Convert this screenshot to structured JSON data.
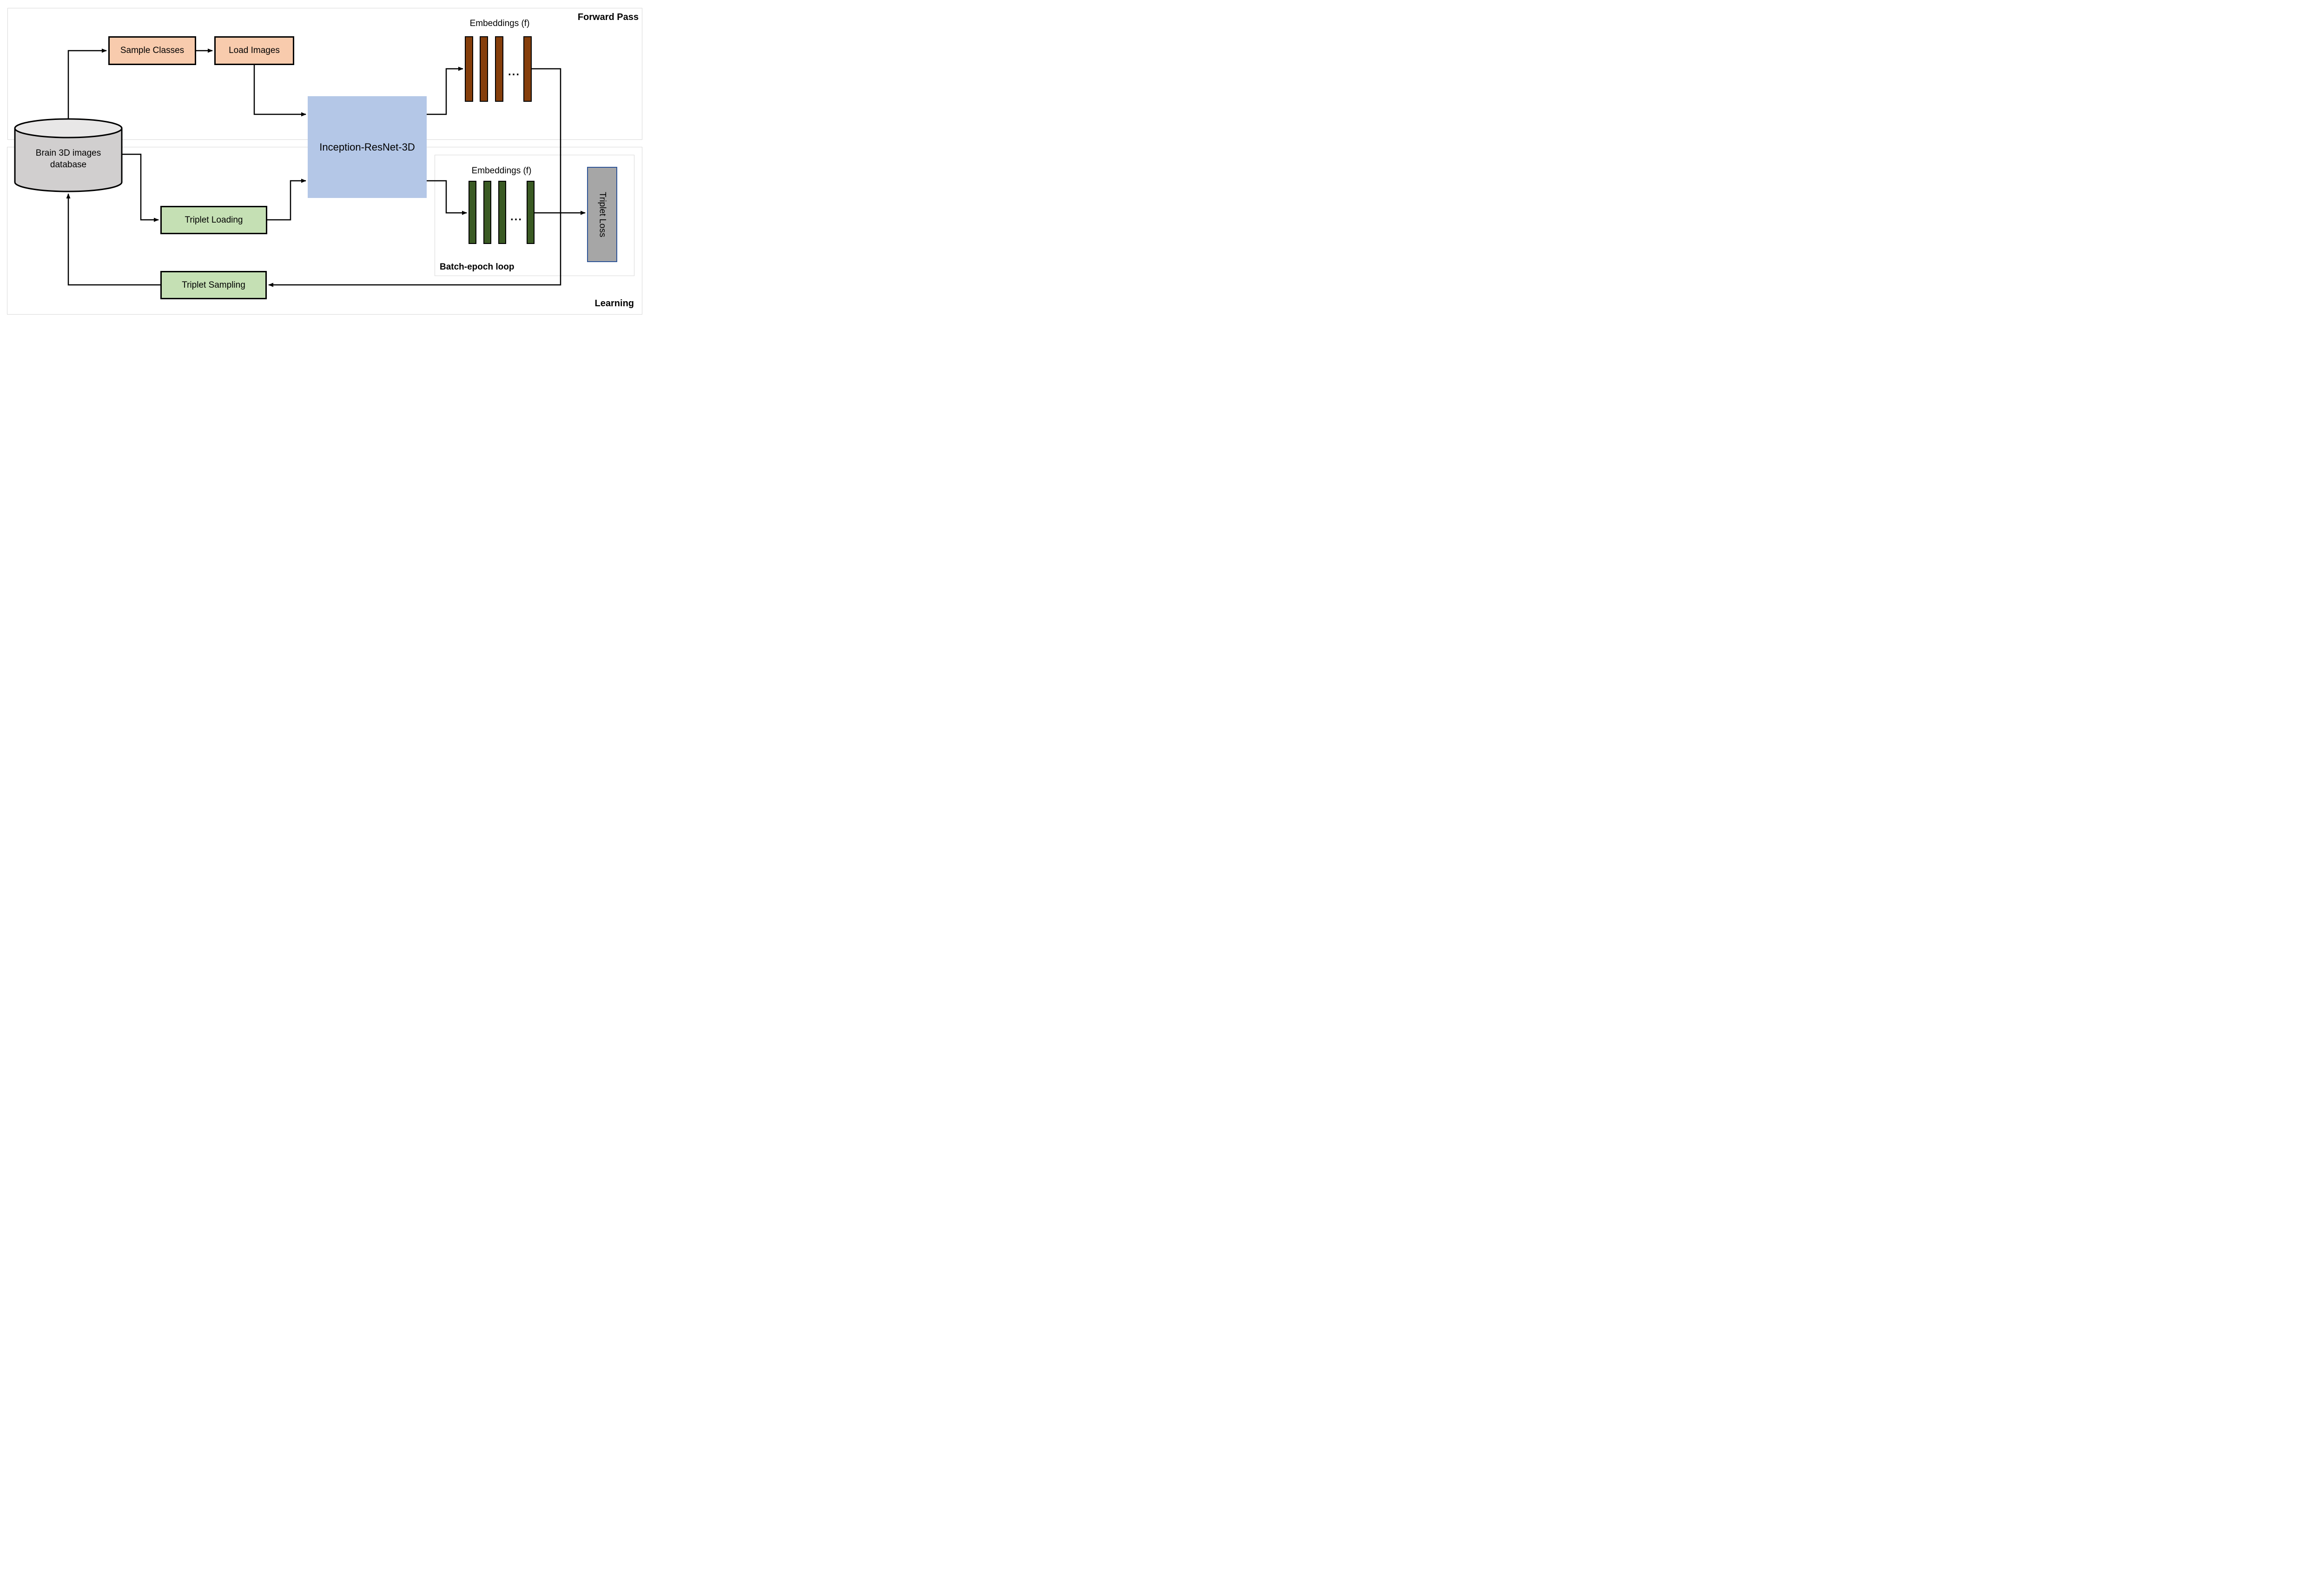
{
  "diagram": {
    "panels": {
      "forward_pass": {
        "label": "Forward Pass"
      },
      "learning": {
        "label": "Learning"
      },
      "batch_epoch": {
        "label": "Batch-epoch loop"
      }
    },
    "nodes": {
      "database": {
        "line1": "Brain 3D images",
        "line2": "database"
      },
      "sample_classes": {
        "label": "Sample Classes"
      },
      "load_images": {
        "label": "Load Images"
      },
      "inception": {
        "label": "Inception-ResNet-3D"
      },
      "triplet_loading": {
        "label": "Triplet Loading"
      },
      "triplet_sampling": {
        "label": "Triplet Sampling"
      },
      "triplet_loss": {
        "label": "Triplet Loss"
      },
      "embeddings_top": {
        "title": "Embeddings (f)",
        "ellipsis": "...",
        "bars_shown": 4
      },
      "embeddings_bottom": {
        "title": "Embeddings (f)",
        "ellipsis": "...",
        "bars_shown": 4
      }
    }
  },
  "colors": {
    "process_fill": "#F8CBAD",
    "network_fill": "#B4C7E7",
    "triplet_fill": "#C5E0B4",
    "embedding_top_fill": "#853E0B",
    "embedding_bottom_fill": "#3A5A23",
    "database_body_fill": "#D1CFCF",
    "database_top_fill": "#E8E7E7",
    "loss_fill": "#A6A6A6",
    "loss_border": "#2F5597",
    "panel_border": "#D9D9D9",
    "line": "#000000"
  }
}
